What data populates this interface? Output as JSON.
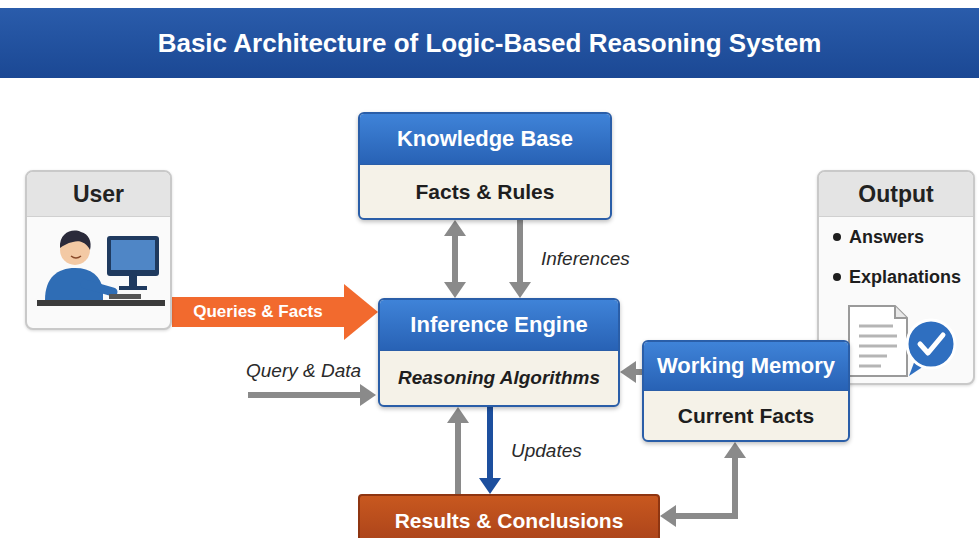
{
  "diagram": {
    "title": "Basic Architecture of Logic-Based Reasoning System",
    "nodes": [
      {
        "text": [
          "Knowledge Base",
          "Facts & Rules"
        ]
      },
      {
        "text": [
          "User"
        ]
      },
      {
        "text": [
          "Output",
          "Answers",
          "Explanations"
        ]
      },
      {
        "text": [
          "Inference Engine",
          "Reasoning Algorithms"
        ]
      },
      {
        "text": [
          "Working Memory",
          "Current Facts"
        ]
      },
      {
        "text": [
          "Results & Conclusions"
        ]
      }
    ],
    "edges": [
      {
        "from": 1,
        "to": 3,
        "arrow": "to",
        "label": "Queries & Facts"
      },
      {
        "from": 0,
        "to": 3,
        "arrow": "both"
      },
      {
        "from": 0,
        "to": 3,
        "arrow": "to",
        "label": "Inferences"
      },
      {
        "from": 4,
        "to": 3,
        "arrow": "to"
      },
      {
        "from": 3,
        "to": 5,
        "arrow": "to",
        "label": "Updates"
      },
      {
        "from": 5,
        "to": 3,
        "arrow": "to"
      },
      {
        "from": 5,
        "to": 4,
        "arrow": "both"
      }
    ],
    "labels": [
      "Query & Data"
    ]
  }
}
